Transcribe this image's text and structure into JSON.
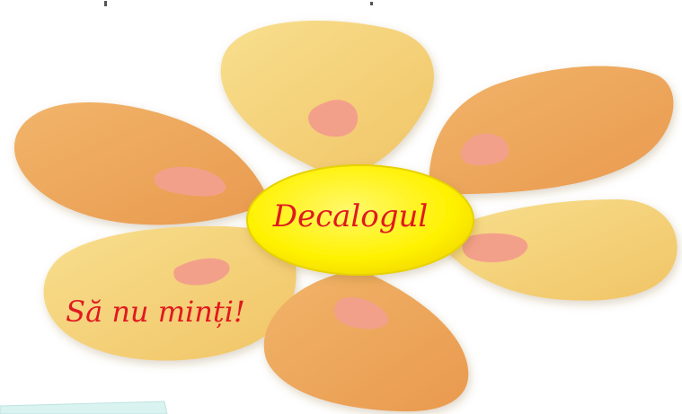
{
  "center": {
    "label": "Decalogul"
  },
  "petal_text": {
    "label": "Să nu minți!"
  },
  "colors": {
    "petal_light": "#f6d27a",
    "petal_dark": "#eea456",
    "petal_spot": "#f3a08a",
    "center_fill": "#fff200",
    "center_stroke": "#e0cc00",
    "text": "#e0191f",
    "corner_paper": "#d9f3f0"
  },
  "icons": [
    "flower-graphic"
  ]
}
